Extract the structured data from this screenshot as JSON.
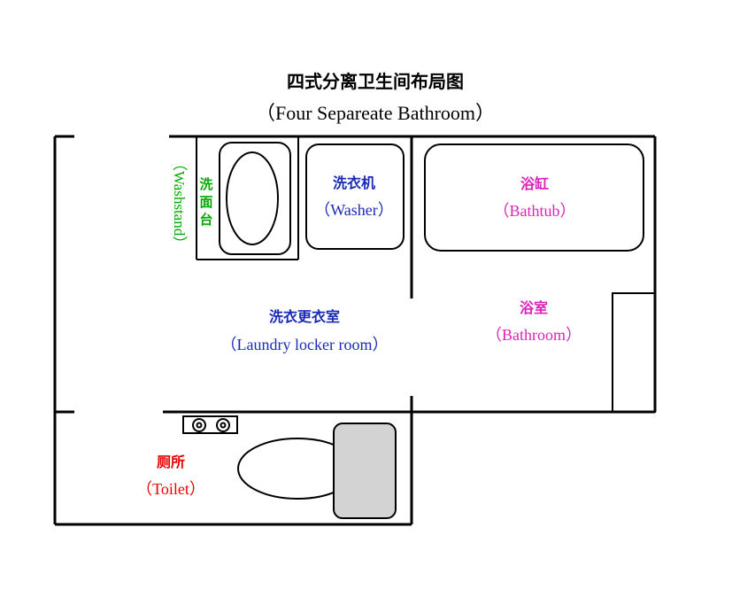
{
  "title": {
    "cn": "四式分离卫生间布局图",
    "en": "（Four Separeate Bathroom）"
  },
  "colors": {
    "wall": "#000000",
    "washstand": "#00aa00",
    "washer": "#1a2ab8",
    "laundry": "#1a2ab8",
    "bathtub": "#dd22bb",
    "bathroom": "#dd22bb",
    "toilet": "#e80000",
    "toilet_tank": "#d3d3d3"
  },
  "rooms": {
    "washstand": {
      "cn": "洗面台",
      "cn_chars": [
        "洗",
        "面",
        "台"
      ],
      "en": "（Washstand）"
    },
    "washer": {
      "cn": "洗衣机",
      "en": "（Washer）"
    },
    "laundry": {
      "cn": "洗衣更衣室",
      "en": "（Laundry locker room）"
    },
    "bathtub": {
      "cn": "浴缸",
      "en": "（Bathtub）"
    },
    "bathroom": {
      "cn": "浴室",
      "en": "（Bathroom）"
    },
    "toilet": {
      "cn": "厕所",
      "en": "（Toilet）"
    }
  }
}
